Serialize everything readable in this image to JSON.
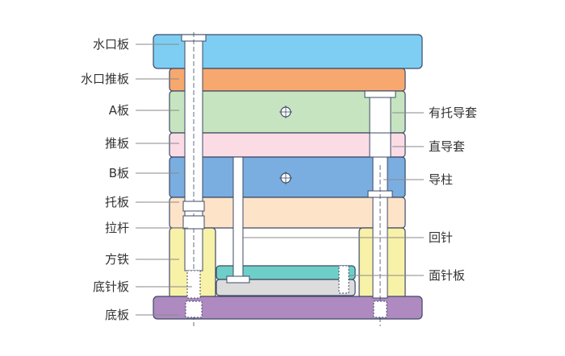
{
  "left_labels": [
    {
      "id": "sprue-plate",
      "text": "水口板"
    },
    {
      "id": "sprue-stripper-plate",
      "text": "水口推板"
    },
    {
      "id": "a-plate",
      "text": "A板"
    },
    {
      "id": "stripper-plate",
      "text": "推板"
    },
    {
      "id": "b-plate",
      "text": "B板"
    },
    {
      "id": "support-plate",
      "text": "托板"
    },
    {
      "id": "puller-rod",
      "text": "拉杆"
    },
    {
      "id": "spacer-block",
      "text": "方铁"
    },
    {
      "id": "ejector-retainer-plate",
      "text": "底针板"
    },
    {
      "id": "clamp-plate",
      "text": "底板"
    }
  ],
  "right_labels": [
    {
      "id": "supported-guide-bushing",
      "text": "有托导套"
    },
    {
      "id": "straight-guide-bushing",
      "text": "直导套"
    },
    {
      "id": "guide-pin",
      "text": "导柱"
    },
    {
      "id": "return-pin",
      "text": "回针"
    },
    {
      "id": "ejector-plate",
      "text": "面针板"
    }
  ],
  "colors": {
    "sprue_plate": "#7ecef3",
    "sprue_stripper_plate": "#f7a86f",
    "a_plate": "#c7e4c0",
    "stripper_plate": "#fbdce5",
    "b_plate": "#7aaee0",
    "support_plate": "#fde3c8",
    "spacer_block": "#f8f1a8",
    "ejector_plate": "#6ecfc9",
    "ejector_retainer_plate": "#dcdcdc",
    "clamp_plate": "#ae8ac0",
    "outline": "#3d4a66",
    "leader": "#8a8a8a",
    "text": "#333333"
  }
}
